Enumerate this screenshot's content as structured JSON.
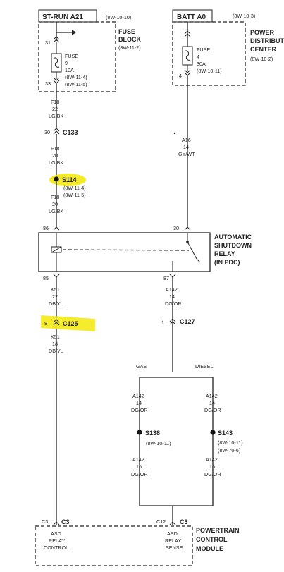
{
  "hot_at_run": {
    "title": "ST-RUN A21",
    "ref": "(8W-10-10)"
  },
  "batt": {
    "title": "BATT A0",
    "ref": "(8W-10-3)"
  },
  "fuse_block": {
    "title_1": "FUSE",
    "title_2": "BLOCK",
    "ref": "(8W-11-2)",
    "pin_top": "31",
    "pin_bottom": "33",
    "fuse_word": "FUSE",
    "fuse_no": "9",
    "amp": "10A",
    "ref_a": "(8W-11-4)",
    "ref_b": "(8W-11-5)"
  },
  "pdc": {
    "title_1": "POWER",
    "title_2": "DISTRIBUT",
    "title_3": "CENTER",
    "ref": "(8W-10-2)",
    "fuse_word": "FUSE",
    "fuse_no": "4",
    "amp": "30A",
    "fuse_ref": "(8W-10-11)",
    "pin_bottom": "4"
  },
  "wire_f18_top": {
    "code": "F18",
    "gauge": "22",
    "color": "LG/BK"
  },
  "c133": {
    "pin": "30",
    "name": "C133"
  },
  "wire_f18_mid": {
    "code": "F18",
    "gauge": "20",
    "color": "LG/BK"
  },
  "s114": {
    "name": "S114",
    "ref_a": "(8W-11-4)",
    "ref_b": "(8W-11-5)"
  },
  "wire_f18_low": {
    "code": "F18",
    "gauge": "20",
    "color": "LG/BK"
  },
  "wire_a16": {
    "code": "A16",
    "gauge": "14",
    "color": "GY/WT"
  },
  "relay": {
    "title_1": "AUTOMATIC",
    "title_2": "SHUTDOWN",
    "title_3": "RELAY",
    "title_4": "(IN PDC)",
    "pin_86": "86",
    "pin_30": "30",
    "pin_85": "85",
    "pin_87": "87"
  },
  "wire_k51_top": {
    "code": "K51",
    "gauge": "22",
    "color": "DB/YL"
  },
  "wire_a142_top": {
    "code": "A142",
    "gauge": "14",
    "color": "DG/OR"
  },
  "c125": {
    "pin": "8",
    "name": "C125"
  },
  "c127": {
    "pin": "1",
    "name": "C127"
  },
  "wire_k51_low": {
    "code": "K51",
    "gauge": "18",
    "color": "DB/YL"
  },
  "branch": {
    "gas": "GAS",
    "diesel": "DIESEL"
  },
  "wire_a142_gas": {
    "code": "A142",
    "gauge": "14",
    "color": "DG/OR"
  },
  "wire_a142_diesel": {
    "code": "A142",
    "gauge": "14",
    "color": "DG/OR"
  },
  "s138": {
    "name": "S138",
    "ref": "(8W-10-11)"
  },
  "s143": {
    "name": "S143",
    "ref_a": "(8W-10-11)",
    "ref_b": "(8W-70-6)"
  },
  "wire_a142_gas_low": {
    "code": "A142",
    "gauge": "16",
    "color": "DG/OR"
  },
  "wire_a142_diesel_low": {
    "code": "A142",
    "gauge": "16",
    "color": "DG/OR"
  },
  "pcm": {
    "title_1": "POWERTRAIN",
    "title_2": "CONTROL",
    "title_3": "MODULE",
    "pin_left": "C3",
    "conn_left": "C3",
    "pin_right": "C12",
    "conn_right": "C3",
    "left_1": "ASD",
    "left_2": "RELAY",
    "left_3": "CONTROL",
    "right_1": "ASD",
    "right_2": "RELAY",
    "right_3": "SENSE"
  },
  "colors": {
    "highlight": "#f4ea1c",
    "ink": "#222222"
  }
}
